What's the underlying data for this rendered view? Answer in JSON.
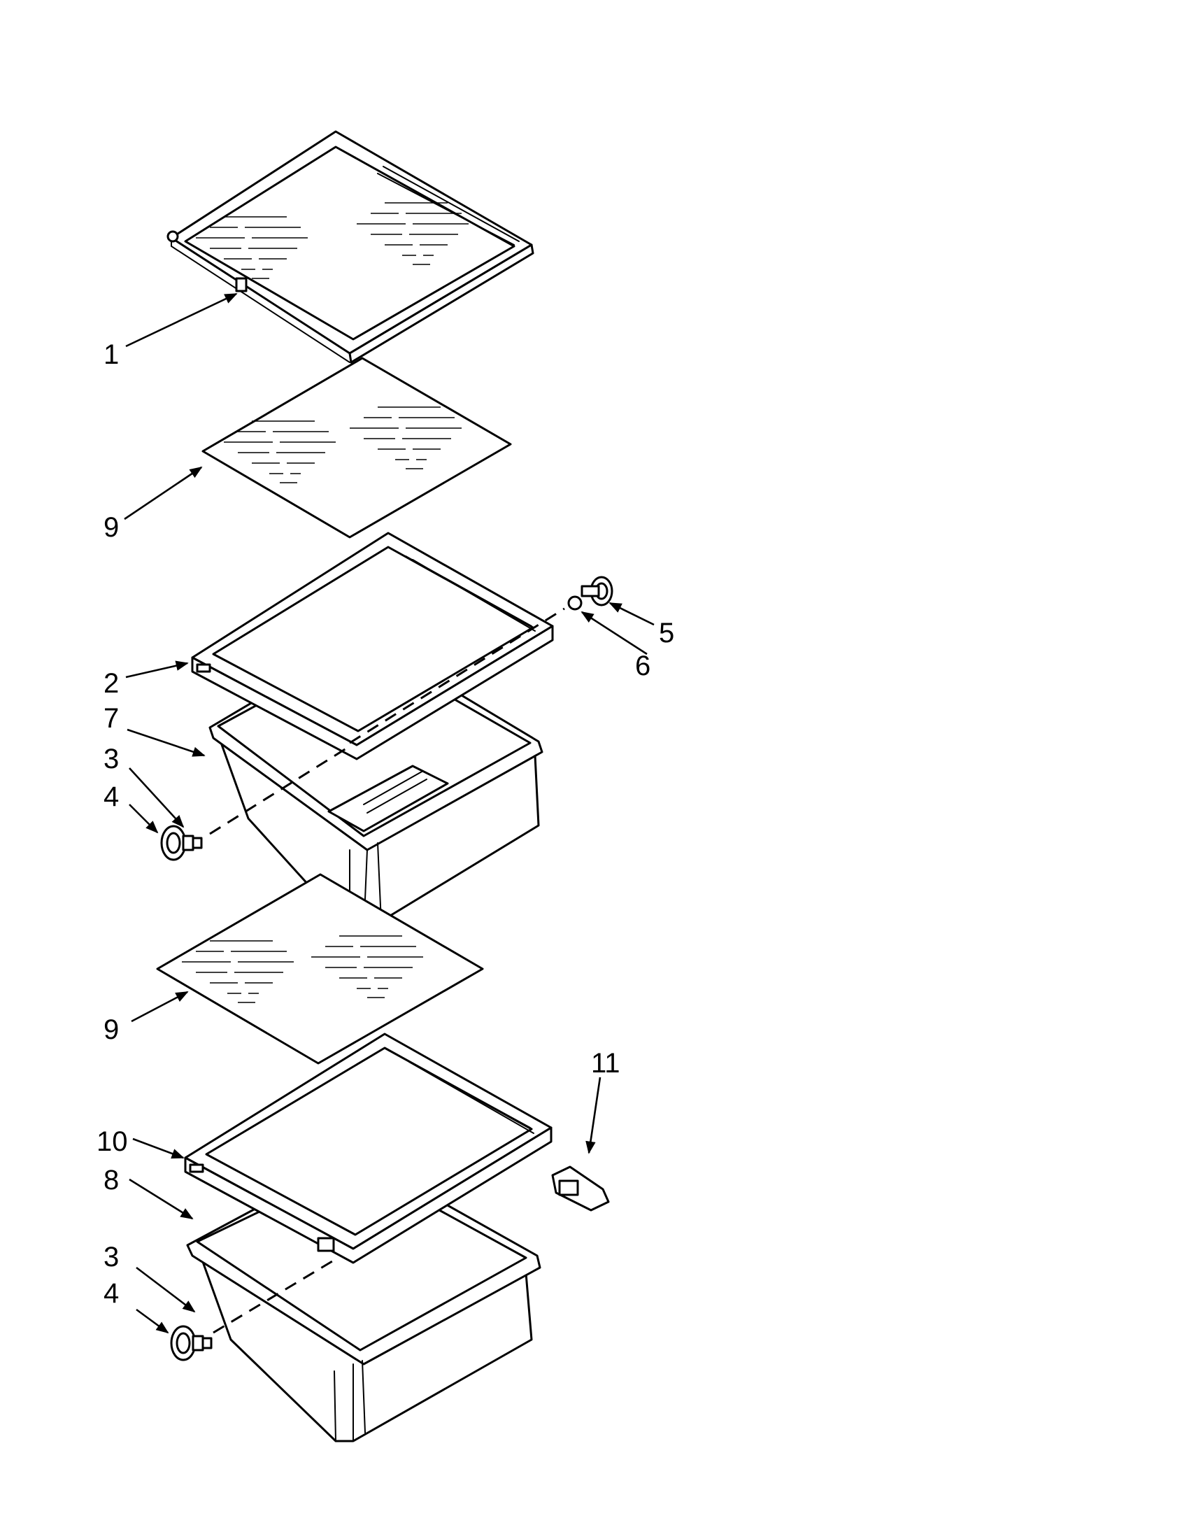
{
  "callouts": [
    {
      "id": "1",
      "label": "1"
    },
    {
      "id": "9a",
      "label": "9"
    },
    {
      "id": "5",
      "label": "5"
    },
    {
      "id": "6",
      "label": "6"
    },
    {
      "id": "2",
      "label": "2"
    },
    {
      "id": "7",
      "label": "7"
    },
    {
      "id": "3a",
      "label": "3"
    },
    {
      "id": "4a",
      "label": "4"
    },
    {
      "id": "9b",
      "label": "9"
    },
    {
      "id": "11",
      "label": "11"
    },
    {
      "id": "10",
      "label": "10"
    },
    {
      "id": "8",
      "label": "8"
    },
    {
      "id": "3b",
      "label": "3"
    },
    {
      "id": "4b",
      "label": "4"
    }
  ],
  "colors": {
    "line": "#000000",
    "background": "#ffffff"
  }
}
